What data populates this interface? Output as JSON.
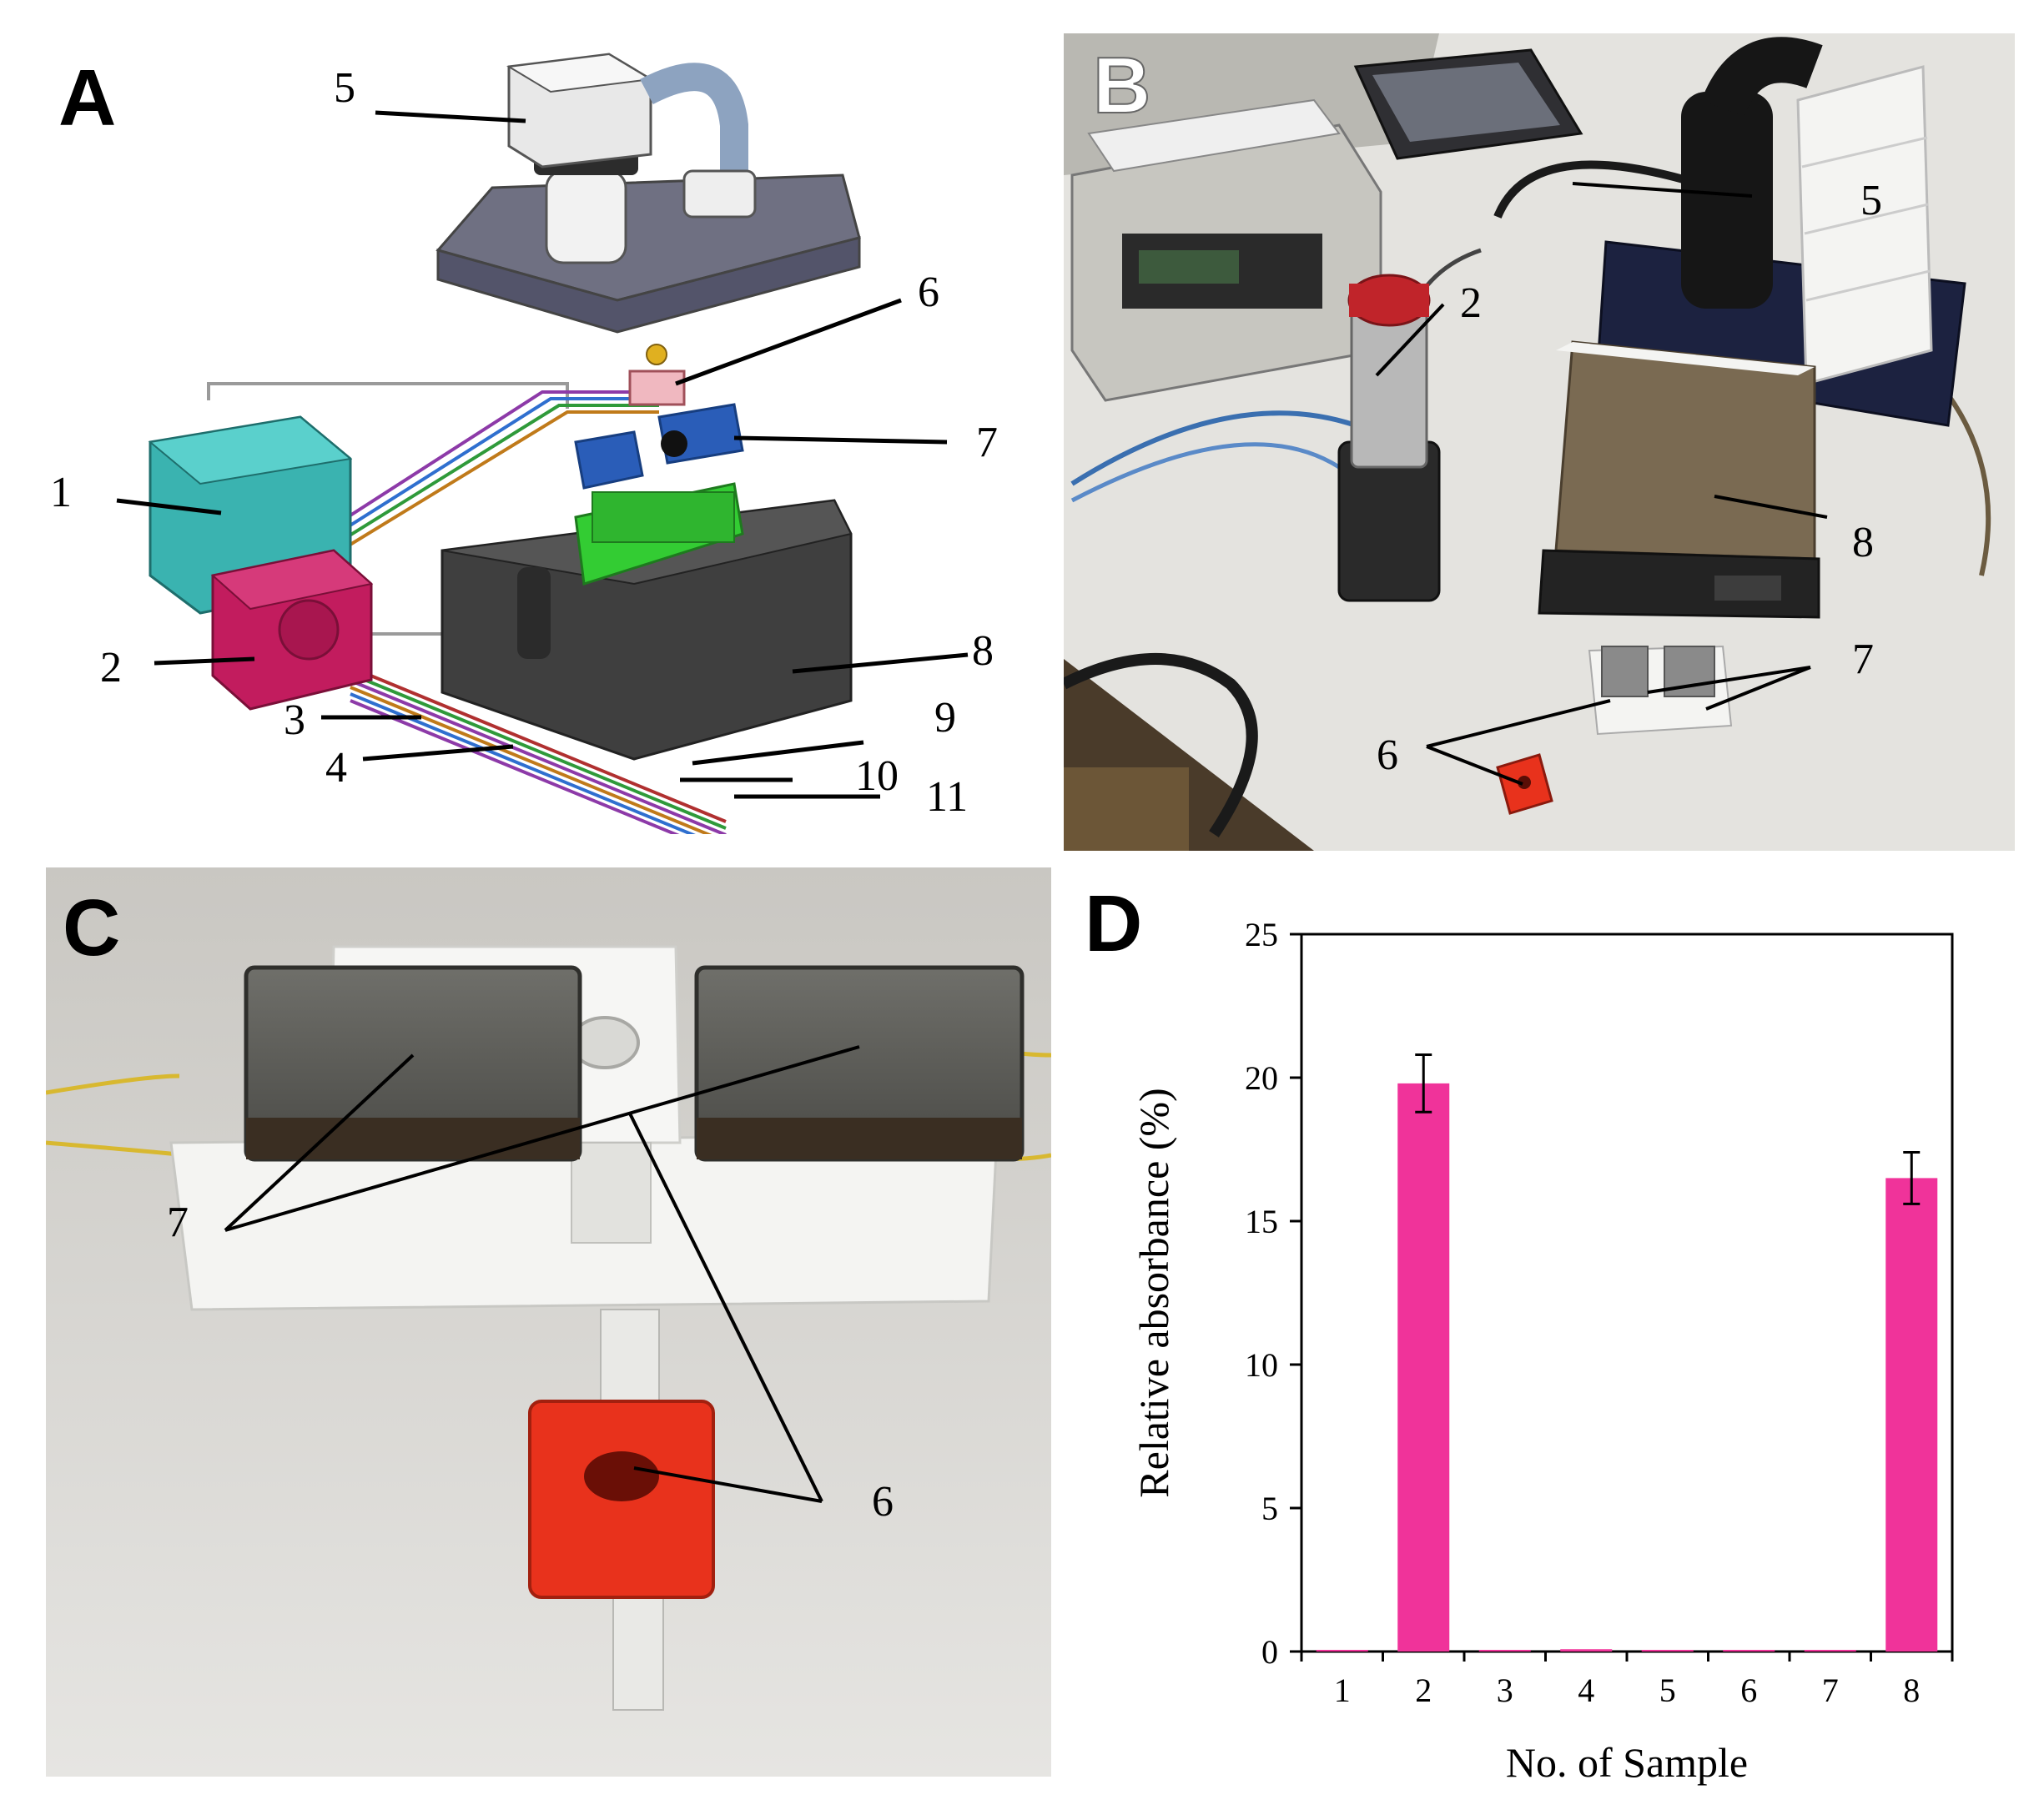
{
  "panels": {
    "A": {
      "letter": "A",
      "callouts": [
        "1",
        "2",
        "3",
        "4",
        "5",
        "6",
        "7",
        "8",
        "9",
        "10",
        "11"
      ]
    },
    "B": {
      "letter": "B",
      "callouts": [
        "5",
        "2",
        "8",
        "7",
        "6"
      ]
    },
    "C": {
      "letter": "C",
      "callouts": [
        "7",
        "6"
      ]
    },
    "D": {
      "letter": "D"
    }
  },
  "colors": {
    "bar": "#f0339a",
    "cad_teal": "#3ab3b0",
    "cad_magenta": "#c21c5e",
    "cad_dark": "#3f3f3f",
    "cad_green": "#33cc33",
    "cad_blue": "#2a5db8",
    "red_block": "#e8321c"
  },
  "chart_data": {
    "type": "bar",
    "categories": [
      "1",
      "2",
      "3",
      "4",
      "5",
      "6",
      "7",
      "8"
    ],
    "values": [
      0.0,
      19.8,
      0.05,
      0.08,
      0.0,
      0.03,
      0.04,
      16.5
    ],
    "errors": [
      0.0,
      1.0,
      0.0,
      0.0,
      0.0,
      0.0,
      0.0,
      0.9
    ],
    "xlabel": "No. of Sample",
    "ylabel": "Relative absorbance (%)",
    "ylim": [
      0,
      25
    ],
    "yticks": [
      "0",
      "5",
      "10",
      "15",
      "20",
      "25"
    ],
    "grid": false
  }
}
